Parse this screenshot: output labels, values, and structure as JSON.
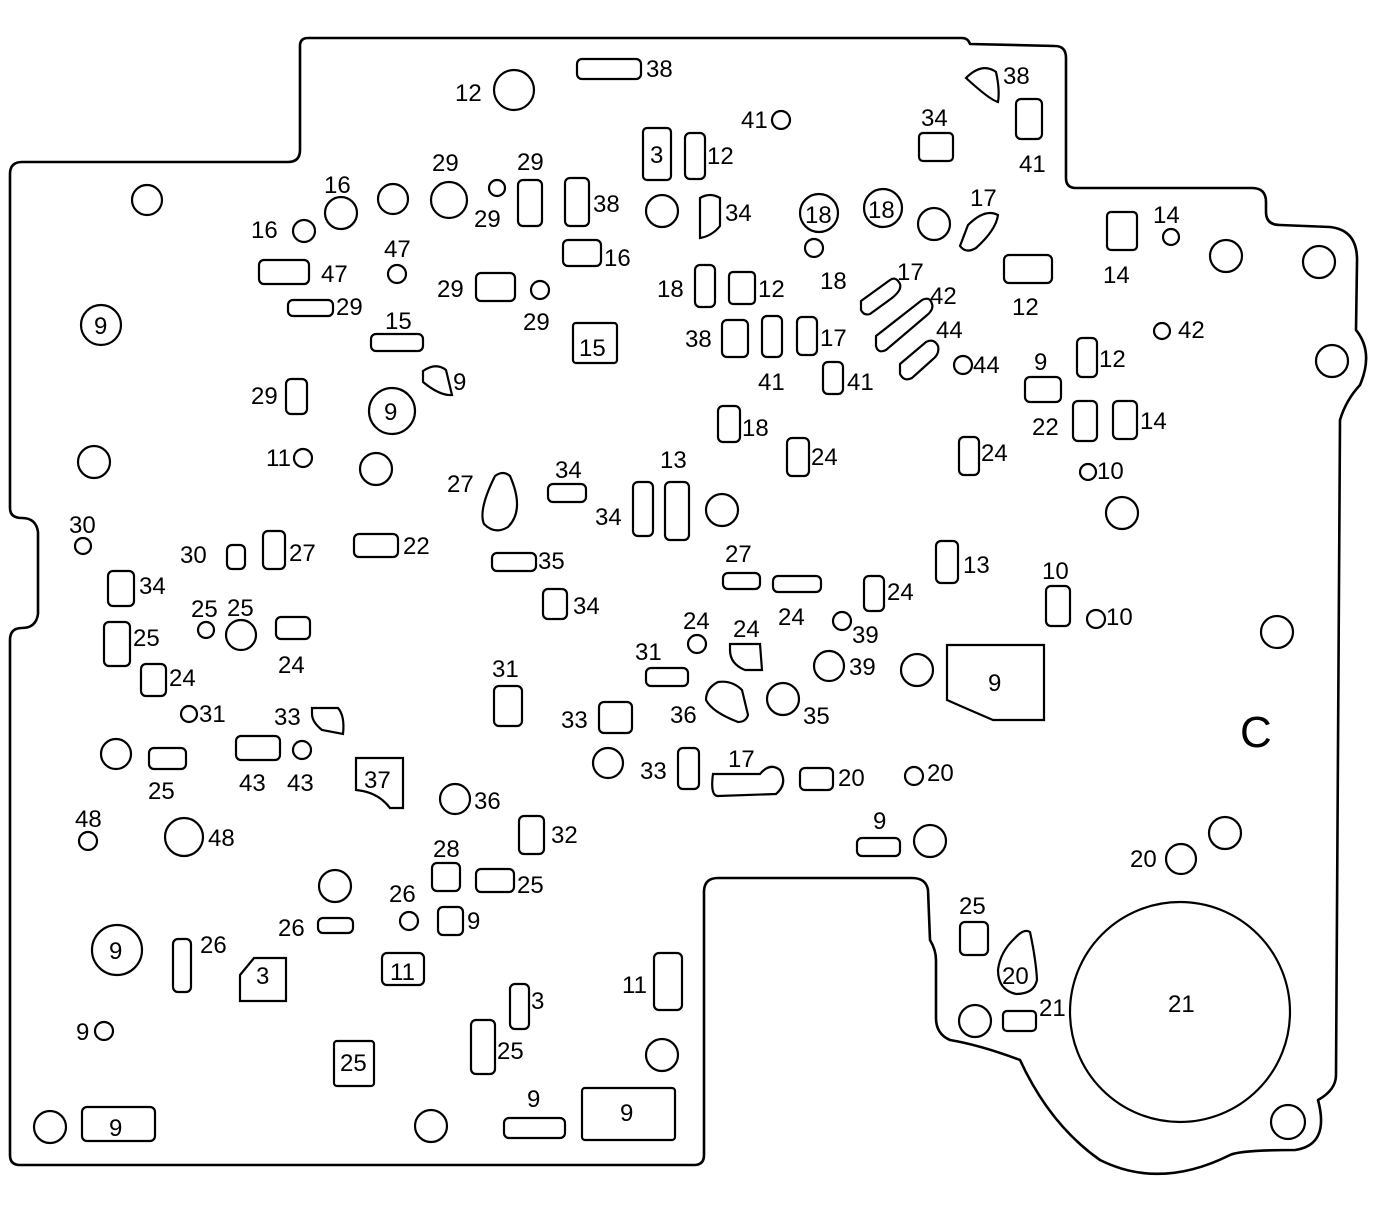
{
  "diagram": {
    "corner_letter": "C",
    "labels": {
      "l12a": "12",
      "l38a": "38",
      "l38b": "38",
      "l41a": "41",
      "l34a": "34",
      "l41b": "41",
      "l3a": "3",
      "l12b": "12",
      "l29a": "29",
      "l29b": "29",
      "l29c": "29",
      "l16a": "16",
      "l16b": "16",
      "l38c": "38",
      "l34b": "34",
      "l18a": "18",
      "l18b": "18",
      "l17a": "17",
      "l14a": "14",
      "l14b": "14",
      "l47a": "47",
      "l47b": "47",
      "l16c": "16",
      "l18c": "18",
      "l9a": "9",
      "l29d": "29",
      "l29e": "29",
      "l29f": "29",
      "l18d": "18",
      "l12c": "12",
      "l17b": "17",
      "l42a": "42",
      "l12d": "12",
      "l42b": "42",
      "l15a": "15",
      "l15b": "15",
      "l38d": "38",
      "l41c": "41",
      "l17c": "17",
      "l44a": "44",
      "l44b": "44",
      "l41d": "41",
      "l9b": "9",
      "l12e": "12",
      "l9c": "9",
      "l29g": "29",
      "l9d": "9",
      "l18e": "18",
      "l24a": "24",
      "l24b": "24",
      "l22a": "22",
      "l14c": "14",
      "l11a": "11",
      "l10a": "10",
      "l27a": "27",
      "l34c": "34",
      "l13a": "13",
      "l34d": "34",
      "l30a": "30",
      "l30b": "30",
      "l27b": "27",
      "l22b": "22",
      "l35a": "35",
      "l27c": "27",
      "l13b": "13",
      "l34e": "34",
      "l24c": "24",
      "l24d": "24",
      "l10b": "10",
      "l34f": "34",
      "l25a": "25",
      "l25b": "25",
      "l10c": "10",
      "l25c": "25",
      "l24e": "24",
      "l24f": "24",
      "l24g": "24",
      "l39a": "39",
      "l31a": "31",
      "l24h": "24",
      "l39b": "39",
      "l9e": "9",
      "l31b": "31",
      "l33a": "33",
      "l36a": "36",
      "l35b": "35",
      "l31c": "31",
      "l33b": "33",
      "l43a": "43",
      "l43b": "43",
      "l25d": "25",
      "l37a": "37",
      "l17d": "17",
      "l33c": "33",
      "l20a": "20",
      "l20b": "20",
      "l36b": "36",
      "l48a": "48",
      "l48b": "48",
      "l32a": "32",
      "l9f": "9",
      "l28a": "28",
      "l20c": "20",
      "l25e": "25",
      "l26a": "26",
      "l26b": "26",
      "l9g": "9",
      "l25f": "25",
      "l9h": "9",
      "l26c": "26",
      "l3b": "3",
      "l11b": "11",
      "l11c": "11",
      "l20d": "20",
      "l3c": "3",
      "l21a": "21",
      "l21b": "21",
      "l9i": "9",
      "l25g": "25",
      "l25h": "25",
      "l9j": "9",
      "l9k": "9",
      "l9l": "9"
    }
  }
}
